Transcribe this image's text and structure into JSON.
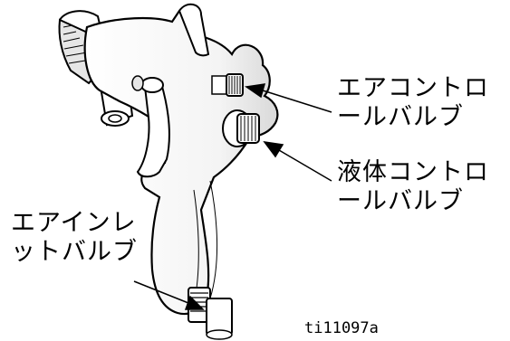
{
  "callouts": {
    "air_control": [
      "エアコントロ",
      "ールバルブ"
    ],
    "fluid_control": [
      "液体コントロ",
      "ールバルブ"
    ],
    "air_inlet": [
      "エアインレ",
      "ットバルブ"
    ]
  },
  "figure_id": "ti11097a",
  "colors": {
    "outline": "#000000",
    "body_fill": "#ffffff",
    "shade": "#d8d8d8"
  }
}
